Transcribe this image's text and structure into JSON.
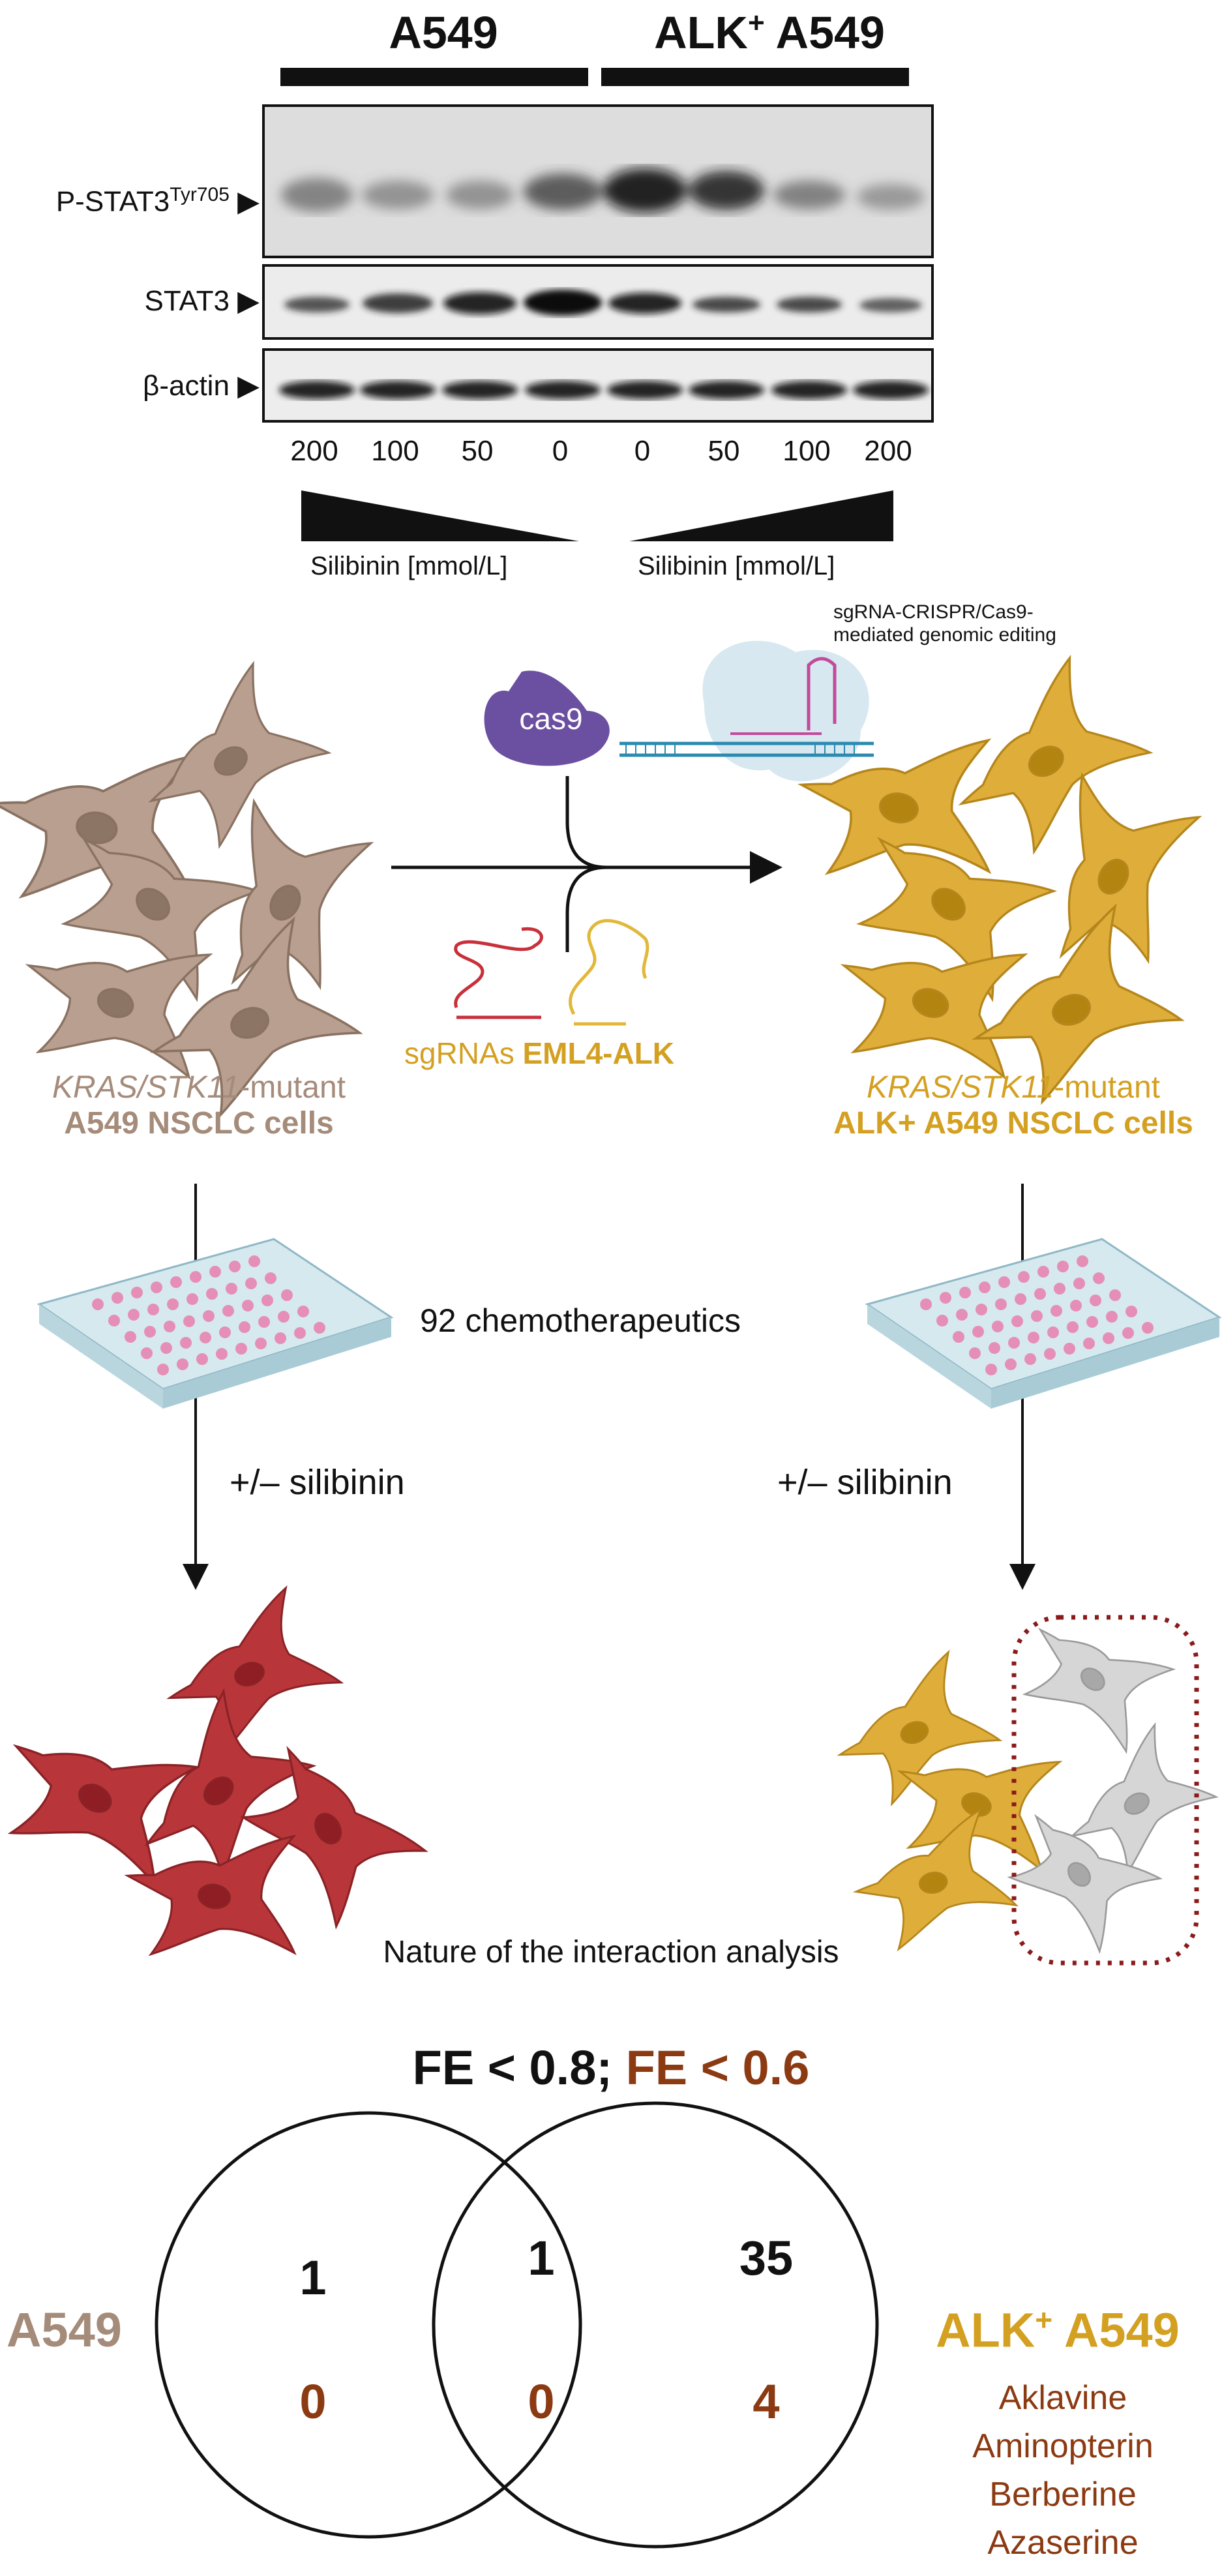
{
  "blot": {
    "group_left": "A549",
    "group_right_main": "ALK",
    "group_right_sup": "+",
    "group_right_rest": " A549",
    "rows": [
      {
        "label": "P-STAT3",
        "sup": "Tyr705"
      },
      {
        "label": "STAT3",
        "sup": ""
      },
      {
        "label": "β-actin",
        "sup": ""
      }
    ],
    "concentrations": [
      "200",
      "100",
      "50",
      "0",
      "0",
      "50",
      "100",
      "200"
    ],
    "dose_label_left": "Silibinin [mmol/L]",
    "dose_label_right": "Silibinin [mmol/L]"
  },
  "editing": {
    "cas9_label": "cas9",
    "crispr_caption_line1": "sgRNA-CRISPR/Cas9-",
    "crispr_caption_line2": "mediated genomic editing",
    "sgrna_prefix": "sgRNAs ",
    "sgrna_target": "EML4-ALK"
  },
  "cells": {
    "left_line1_italic": "KRAS/STK11",
    "left_line1_rest": "-mutant",
    "left_line2": "A549 NSCLC cells",
    "right_line1_italic": "KRAS/STK11",
    "right_line1_rest": "-mutant",
    "right_line2": "ALK+ A549 NSCLC cells"
  },
  "screen": {
    "chemo_label": "92 chemotherapeutics",
    "treatment_left": "+/– silibinin",
    "treatment_right": "+/– silibinin",
    "analysis_label": "Nature of the interaction analysis"
  },
  "venn": {
    "title_part1": "FE < 0.8; ",
    "title_part2": "FE < 0.6",
    "left_label": "A549",
    "right_label_main": "ALK",
    "right_label_sup": "+",
    "right_label_rest": " A549",
    "left_only_fe08": "1",
    "overlap_fe08": "1",
    "right_only_fe08": "35",
    "left_only_fe06": "0",
    "overlap_fe06": "0",
    "right_only_fe06": "4",
    "drugs": [
      "Aklavine",
      "Aminopterin",
      "Berberine",
      "Azaserine"
    ]
  },
  "colors": {
    "a549": "#a58b7a",
    "alk": "#d4a021",
    "dark_red": "#8b3a12",
    "dead_red": "#b8363a",
    "gray_cell": "#d0d0d0"
  }
}
